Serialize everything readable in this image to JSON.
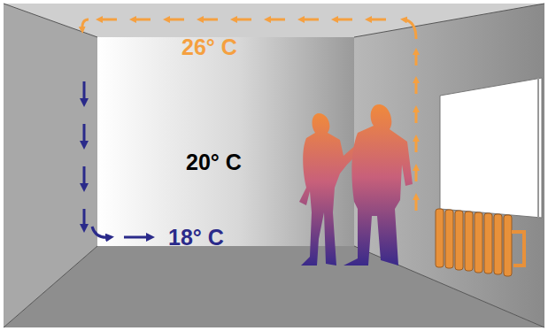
{
  "diagram": {
    "labels": [
      "26° C",
      "20° C",
      "18° C"
    ]
  }
}
